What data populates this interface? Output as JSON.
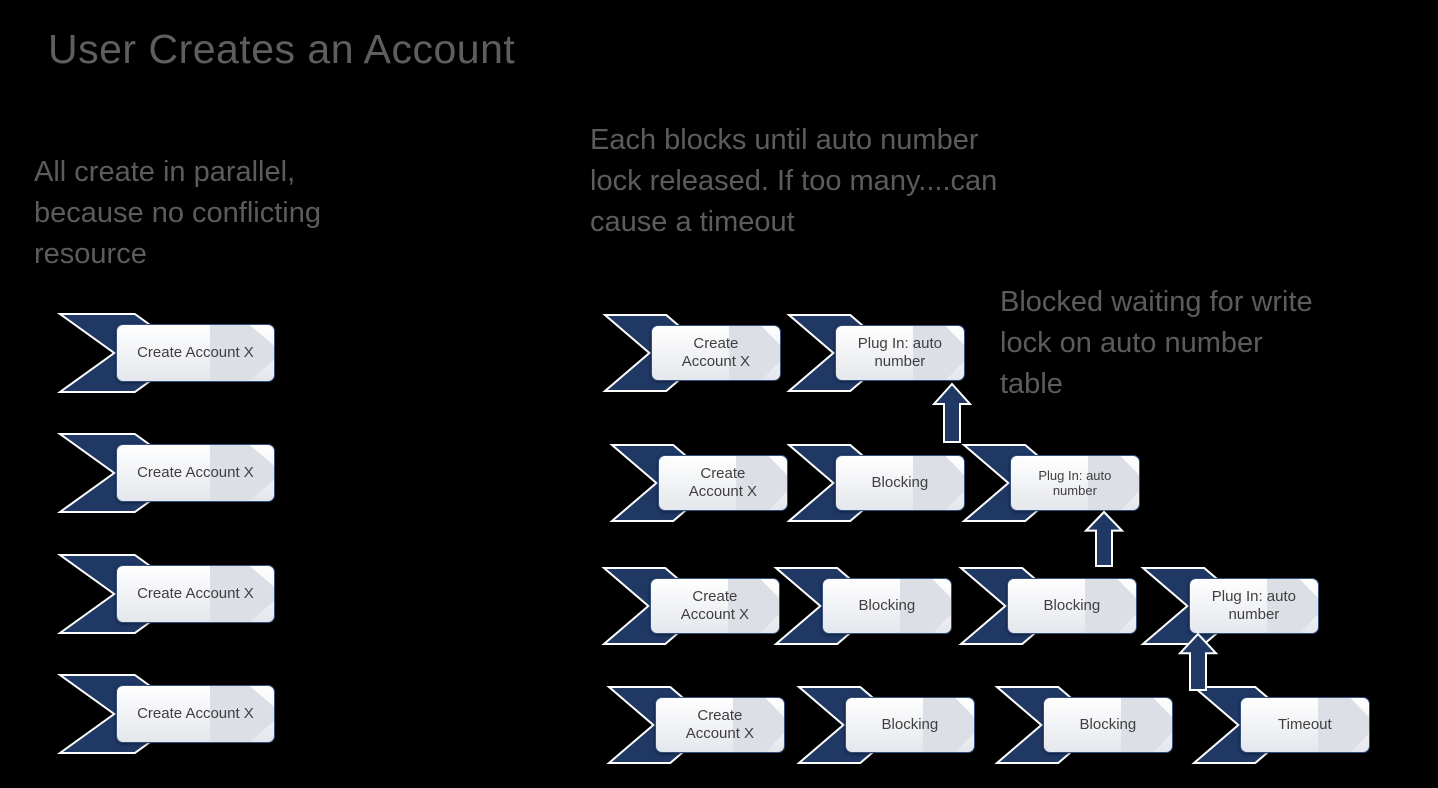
{
  "title": "User Creates an Account",
  "notes": {
    "parallel": [
      "All create in parallel,",
      "because no conflicting",
      "resource"
    ],
    "blocks": [
      "Each blocks until auto number",
      "lock released. If too many....can",
      "cause a timeout"
    ],
    "blocked_wait": [
      "Blocked waiting for write",
      "lock on auto number",
      "table"
    ]
  },
  "left_column": [
    "Create Account X",
    "Create Account X",
    "Create Account X",
    "Create Account X"
  ],
  "rows": [
    [
      "Create Account X",
      "Plug In: auto number"
    ],
    [
      "Create Account X",
      "Blocking",
      "Plug In: auto number"
    ],
    [
      "Create Account X",
      "Blocking",
      "Blocking",
      "Plug In: auto number"
    ],
    [
      "Create Account X",
      "Blocking",
      "Blocking",
      "Timeout"
    ]
  ],
  "colors": {
    "background": "#000000",
    "chevron_navy": "#1f3864",
    "box_border": "#33507f",
    "box_fill_top": "#ffffff",
    "box_fill_bottom": "#e4e7ec",
    "box_text": "#3f3f3f",
    "note_text": "#5c5c5c"
  }
}
